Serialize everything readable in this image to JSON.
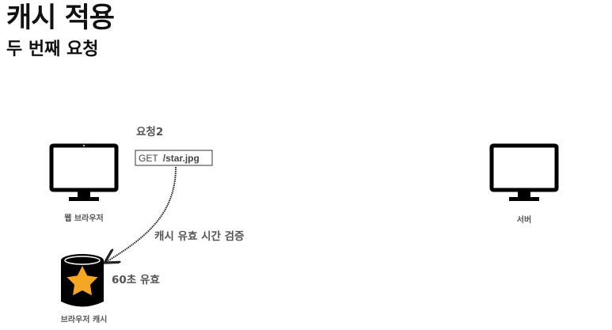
{
  "header": {
    "title": "캐시 적용",
    "subtitle": "두 번째 요청"
  },
  "diagram": {
    "client_label": "웹 브라우저",
    "server_label": "서버",
    "cache_label": "브라우저 캐시",
    "request_name": "요청2",
    "request_method": "GET",
    "request_path": "/star.jpg",
    "arrow_label": "캐시 유효 시간 검증",
    "cache_validity": "60초 유효"
  },
  "colors": {
    "monitor": "#000000",
    "star": "#f5a623",
    "text": "#555555"
  }
}
